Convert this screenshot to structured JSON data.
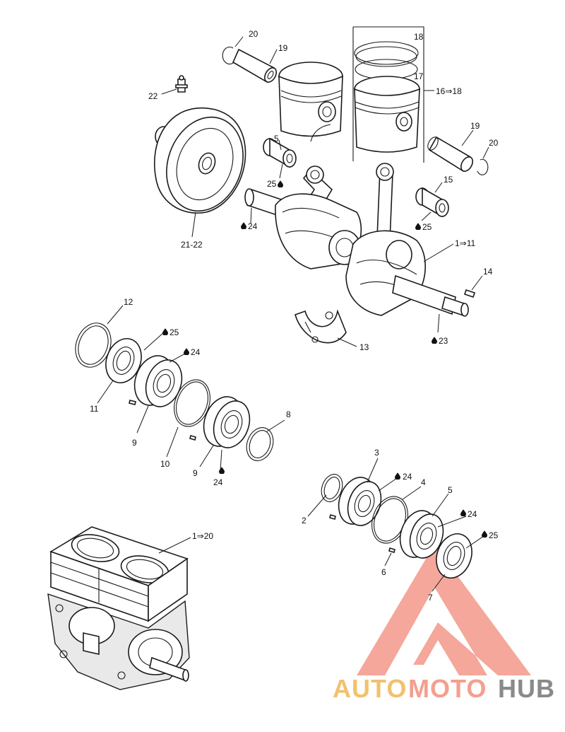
{
  "labels": {
    "p20a": "20",
    "p19a": "19",
    "p18": "18",
    "p17": "17",
    "p16_18": "16⇒18",
    "p22": "22",
    "p5": "5",
    "p25a": "25",
    "p19b": "19",
    "p20b": "20",
    "p15": "15",
    "p25b": "25",
    "p24a": "24",
    "p21_22": "21-22",
    "p1_11": "1⇒11",
    "p14": "14",
    "p13": "13",
    "p23": "23",
    "p12": "12",
    "p25c": "25",
    "p24b": "24",
    "p11": "11",
    "p9a": "9",
    "p10": "10",
    "p8": "8",
    "p9b": "9",
    "p24c": "24",
    "p3": "3",
    "p24d": "24",
    "p4": "4",
    "p2": "2",
    "p5b": "5",
    "p24e": "24",
    "p25d": "25",
    "p6": "6",
    "p7": "7",
    "p1_20": "1⇒20"
  },
  "watermark": {
    "auto": "AUTO",
    "moto": "MOTO",
    "hub": "HUB",
    "color_accent": "#f3a08e",
    "color_auto": "#f2c16e",
    "color_hub": "#8a8a8a"
  },
  "icons": {
    "oil_drop": "oil-drop-icon"
  }
}
